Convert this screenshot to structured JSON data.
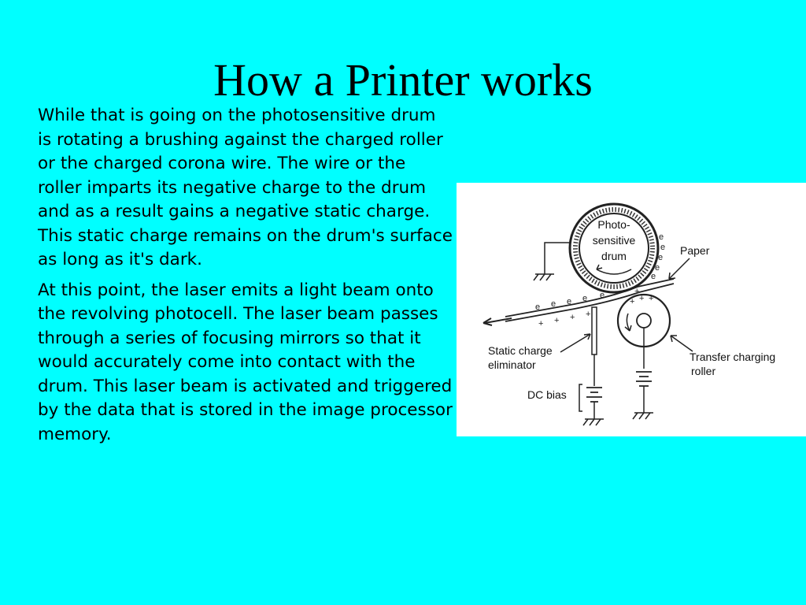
{
  "slide": {
    "title": "How a Printer works",
    "paragraphs": [
      "While that is going on the photosensitive drum is rotating a brushing against the charged roller or the charged corona wire. The wire or the roller imparts its negative charge to the drum and as a result gains a negative static charge. This static charge remains on the drum's surface as long as it's dark.",
      "At this point, the laser emits a light beam onto the revolving photocell. The laser beam passes through a series of focusing mirrors so that it would accurately come into contact with the drum. This laser beam is activated and triggered by the data that is stored in the image processor memory."
    ]
  },
  "diagram": {
    "drum_label_1": "Photo-",
    "drum_label_2": "sensitive",
    "drum_label_3": "drum",
    "paper_label": "Paper",
    "eliminator_label_1": "Static charge",
    "eliminator_label_2": "eliminator",
    "roller_label_1": "Transfer charging",
    "roller_label_2": "roller",
    "bias_label": "DC bias",
    "negative_symbol": "e",
    "positive_symbol": "+"
  },
  "colors": {
    "background": "#00ffff",
    "panel": "#ffffff",
    "text": "#000000"
  }
}
